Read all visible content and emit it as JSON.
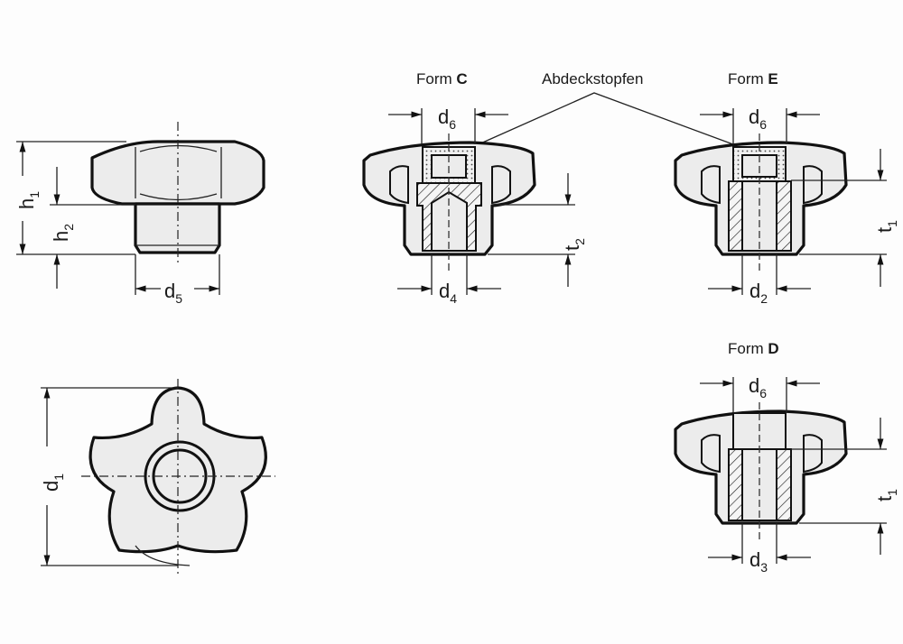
{
  "diagram": {
    "labels": {
      "form_c": {
        "prefix": "Form ",
        "letter": "C"
      },
      "form_e": {
        "prefix": "Form ",
        "letter": "E"
      },
      "form_d": {
        "prefix": "Form ",
        "letter": "D"
      },
      "cover_plug": "Abdeckstopfen"
    },
    "dimensions": {
      "h1": {
        "base": "h",
        "sub": "1"
      },
      "h2": {
        "base": "h",
        "sub": "2"
      },
      "d1": {
        "base": "d",
        "sub": "1"
      },
      "d2": {
        "base": "d",
        "sub": "2"
      },
      "d3": {
        "base": "d",
        "sub": "3"
      },
      "d4": {
        "base": "d",
        "sub": "4"
      },
      "d5": {
        "base": "d",
        "sub": "5"
      },
      "d6": {
        "base": "d",
        "sub": "6"
      },
      "t1": {
        "base": "t",
        "sub": "1"
      },
      "t2": {
        "base": "t",
        "sub": "2"
      }
    },
    "views": [
      {
        "id": "side-view",
        "description": "Side view of five-lobe star knob"
      },
      {
        "id": "top-view",
        "description": "Top view of five-lobe star knob"
      },
      {
        "id": "form-c-section",
        "description": "Section Form C with cover plug and blind thread insert"
      },
      {
        "id": "form-e-section",
        "description": "Section Form E with cover plug and through thread insert"
      },
      {
        "id": "form-d-section",
        "description": "Section Form D with through thread insert, open top"
      }
    ],
    "colors": {
      "line": "#111111",
      "fill": "#ececec",
      "background": "#fdfdfd"
    }
  }
}
